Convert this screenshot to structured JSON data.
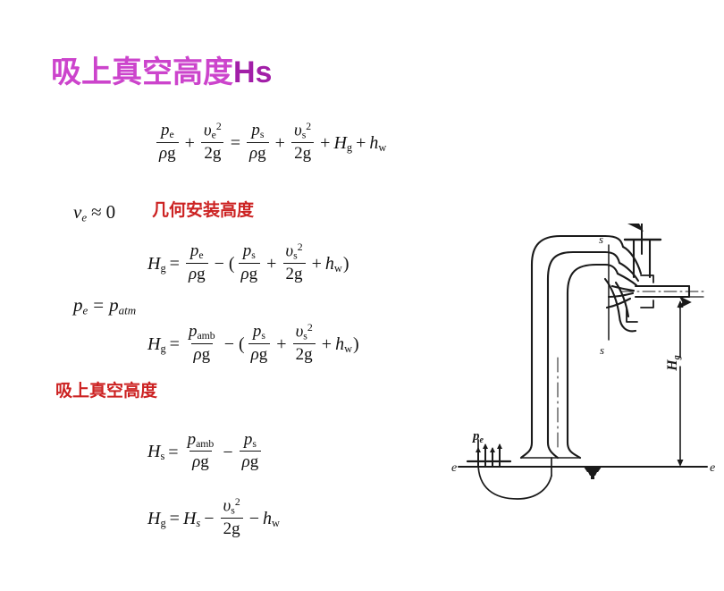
{
  "slide": {
    "title_cjk": "吸上真空高度",
    "title_latin": "Hs",
    "title_color": "#cc33cc",
    "background": "#ffffff"
  },
  "annotations": {
    "geometric_install_height": "几何安装高度",
    "suction_vacuum_height": "吸上真空高度",
    "annotation_color": "#cc2222"
  },
  "equations": {
    "bernoulli": {
      "id": "eq-bernoulli",
      "plain": "p_e/ρg + υ_e²/2g = p_s/ρg + υ_s²/2g + H_g + h_w",
      "terms": {
        "p_e": "p",
        "p_e_sub": "e",
        "rho_g": "ρg",
        "v_e": "υ",
        "v_e_sub": "e",
        "v_e_sup": "2",
        "two_g": "2g",
        "equals": "=",
        "p_s": "p",
        "p_s_sub": "s",
        "v_s": "υ",
        "v_s_sub": "s",
        "v_s_sup": "2",
        "H": "H",
        "H_sub": "g",
        "h": "h",
        "h_sub": "w",
        "plus": "+"
      }
    },
    "ve_approx_zero": {
      "id": "eq-ve-approx-zero",
      "plain": "v_e ≈ 0",
      "symbol": "v",
      "subscript": "e",
      "relation": "≈",
      "value": "0"
    },
    "hg_with_pe": {
      "id": "eq-hg-pe",
      "plain": "H_g = p_e/ρg − ( p_s/ρg + υ_s²/2g + h_w )"
    },
    "pe_equals_patm": {
      "id": "eq-pe-patm",
      "plain": "p_e = p_atm",
      "lhs_symbol": "p",
      "lhs_sub": "e",
      "equals": "=",
      "rhs_symbol": "p",
      "rhs_sub": "atm"
    },
    "hg_with_pamb": {
      "id": "eq-hg-pamb",
      "plain": "H_g = p_amb/ρg − ( p_s/ρg + υ_s²/2g + h_w )",
      "numerator_sub": "amb"
    },
    "hs_definition": {
      "id": "eq-hs",
      "plain": "H_s = p_amb/ρg − p_s/ρg"
    },
    "hg_from_hs": {
      "id": "eq-hg-hs",
      "plain": "H_g = H_s − υ_s²/2g − h_w"
    }
  },
  "diagram": {
    "name": "centrifugal-pump-suction-lift-diagram",
    "labels": {
      "section_s_top": "s",
      "section_s_bottom": "s",
      "pressure_pe": "p",
      "pressure_pe_sub": "e",
      "datum_left": "e",
      "datum_right": "e",
      "height_symbol": "H",
      "height_sub": "g"
    },
    "line_color": "#1a1a1a"
  }
}
